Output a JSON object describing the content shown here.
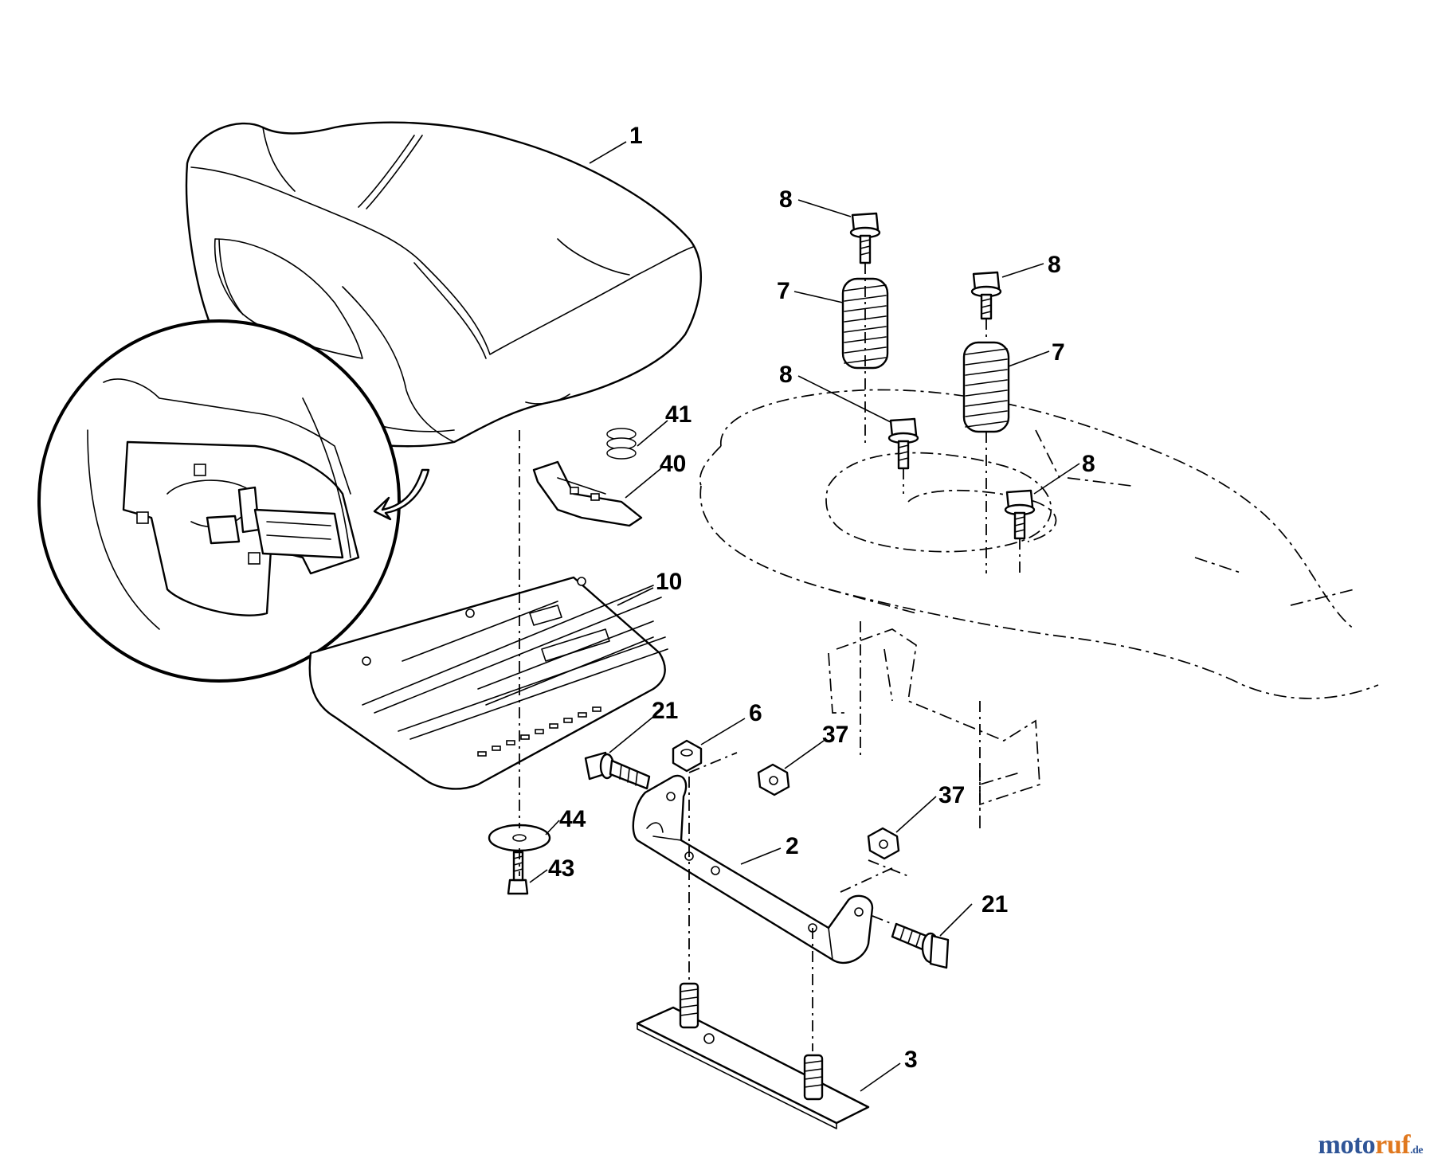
{
  "callouts": {
    "c1": "1",
    "c2": "2",
    "c3": "3",
    "c6": "6",
    "c7a": "7",
    "c7b": "7",
    "c8a": "8",
    "c8b": "8",
    "c8c": "8",
    "c8d": "8",
    "c10": "10",
    "c21a": "21",
    "c21b": "21",
    "c37a": "37",
    "c37b": "37",
    "c40": "40",
    "c41": "41",
    "c43": "43",
    "c44": "44"
  },
  "watermark": {
    "part_a": "moto",
    "part_b": "ruf",
    "part_c": ".de"
  },
  "colors": {
    "line": "#000000",
    "background": "#ffffff",
    "watermark_blue": "#2f5597",
    "watermark_orange": "#e0781e"
  }
}
